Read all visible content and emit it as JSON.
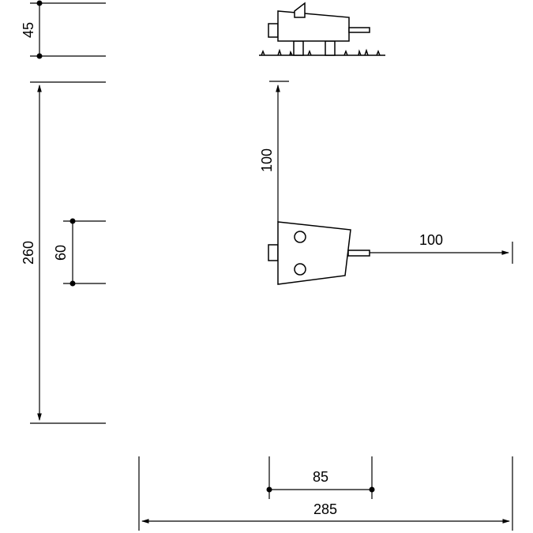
{
  "drawing": {
    "dimensions": {
      "top_height": "45",
      "total_height": "260",
      "inner_height": "60",
      "clearance_vertical": "100",
      "clearance_horizontal": "100",
      "inner_width": "85",
      "total_width": "285"
    }
  }
}
